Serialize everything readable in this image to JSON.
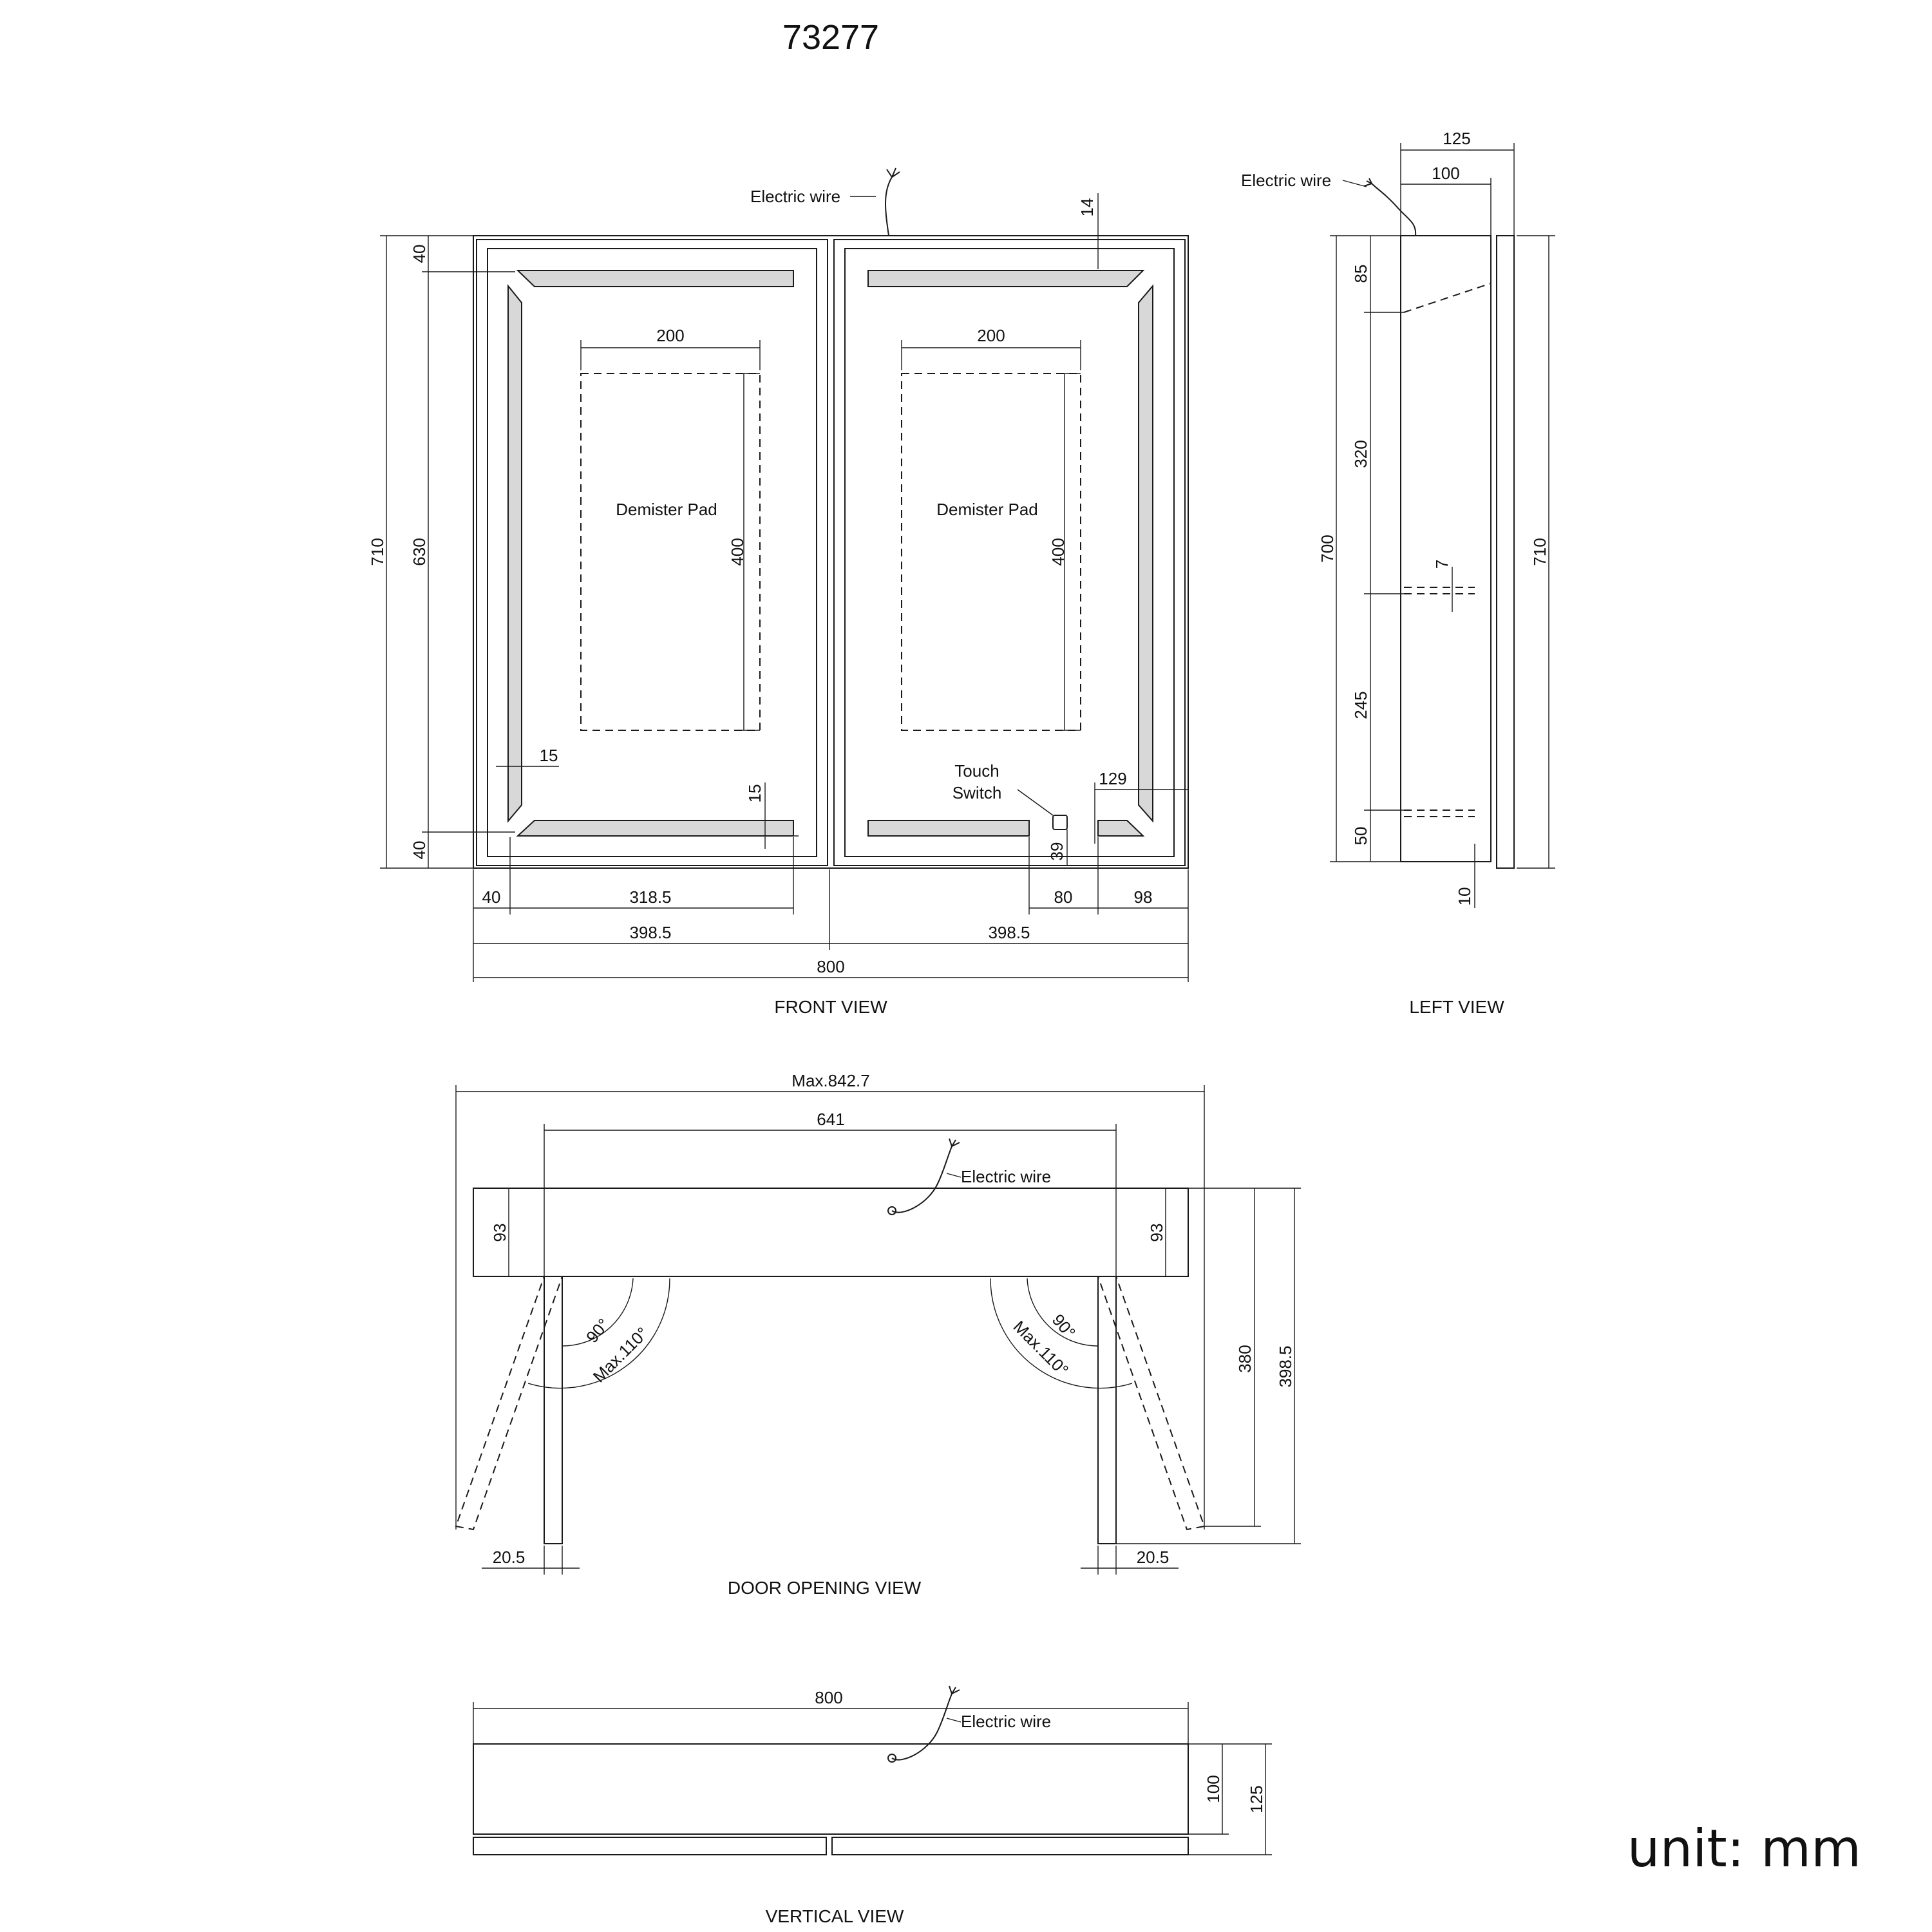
{
  "title": "73277",
  "unit_label": "unit: mm",
  "views": {
    "front": "FRONT VIEW",
    "left": "LEFT VIEW",
    "door_opening": "DOOR   OPENING   VIEW",
    "vertical": "VERTICAL VIEW"
  },
  "labels": {
    "electric_wire": "Electric wire",
    "demister_pad": "Demister Pad",
    "touch": "Touch",
    "switch": "Switch"
  },
  "front_dims": {
    "overall_height": "710",
    "inner_height": "630",
    "top_margin": "40",
    "bottom_margin": "40",
    "pad_width": "200",
    "pad_height": "400",
    "led_gap_top": "14",
    "led_side_width": "15",
    "led_bottom_width": "15",
    "switch_right": "129",
    "switch_bottom": "39",
    "left_margin": "40",
    "led_bottom_length": "318.5",
    "switch_width": "80",
    "switch_right_strip": "98",
    "door_left": "398.5",
    "door_right": "398.5",
    "overall_width": "800"
  },
  "left_dims": {
    "depth_total": "125",
    "depth_body": "100",
    "overall_height": "710",
    "body_height": "700",
    "seg_85": "85",
    "seg_320": "320",
    "seg_245": "245",
    "seg_50": "50",
    "shelf_7": "7",
    "bottom_10": "10"
  },
  "door_dims": {
    "max_width": "Max.842.7",
    "inner_width": "641",
    "depth_left": "93",
    "depth_right": "93",
    "angle_90_left": "90°",
    "angle_max_left": "Max.110°",
    "angle_90_right": "90°",
    "angle_max_right": "Max.110°",
    "swing_380": "380",
    "swing_398": "398.5",
    "door_thk_left": "20.5",
    "door_thk_right": "20.5"
  },
  "vertical_dims": {
    "width": "800",
    "depth_100": "100",
    "depth_125": "125"
  },
  "icons": [
    "electric-wire-icon",
    "touch-switch-icon"
  ]
}
